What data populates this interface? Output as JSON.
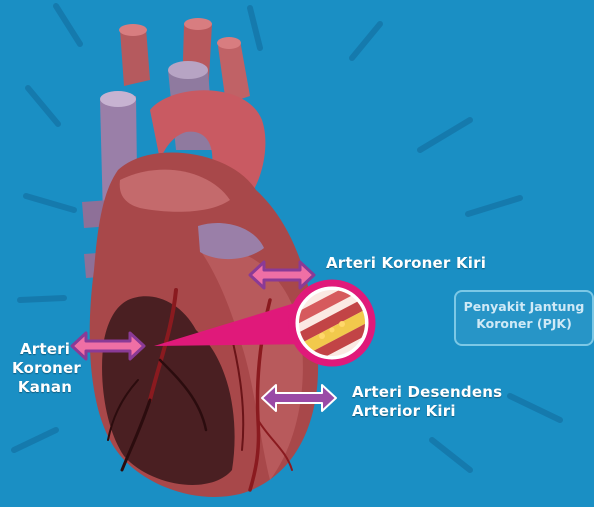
{
  "labels": {
    "arteri_koroner_kiri": "Arteri Koroner Kiri",
    "arteri_koroner_kanan": [
      "Arteri",
      "Koroner",
      "Kanan"
    ],
    "arteri_desendens": [
      "Arteri Desendens",
      "Arterior Kiri"
    ]
  },
  "title_badge": [
    "Penyakit Jantung",
    "Koroner (PJK)"
  ],
  "colors": {
    "background": "#1a8fc4",
    "pointer_pink": "#e0197a",
    "arrow_purple": "#8a3a96",
    "arrow_pink_fill": "#ef6fa5",
    "heart_main": "#a8484a",
    "heart_shadow": "#4a1f22",
    "vessel_grey": "#9a7fa8",
    "plaque_yellow": "#f2c94c"
  }
}
